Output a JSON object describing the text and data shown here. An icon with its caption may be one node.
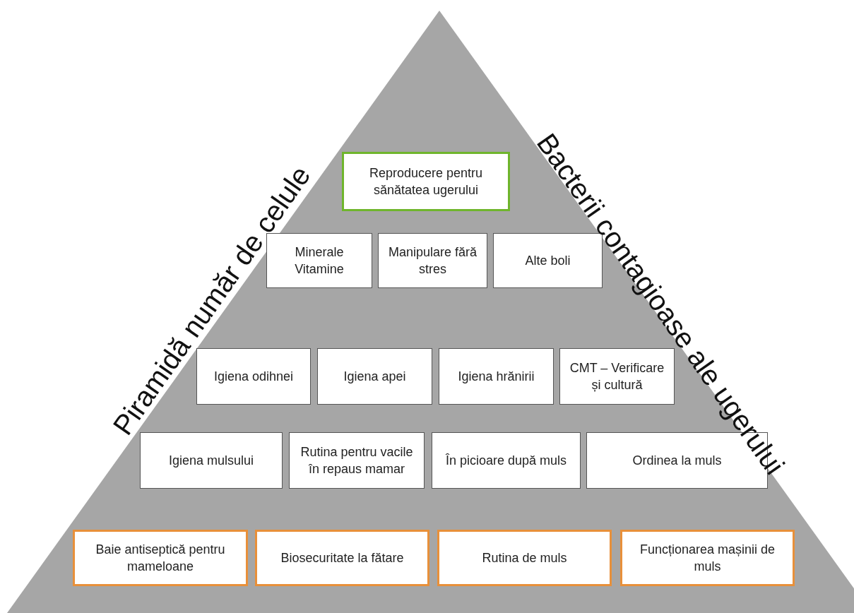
{
  "diagram": {
    "nodes": [
      {
        "text": [
          "Reproducere pentru sănătatea ugerului"
        ]
      },
      {
        "text": [
          "Minerale Vitamine"
        ]
      },
      {
        "text": [
          "Manipulare fără stres"
        ]
      },
      {
        "text": [
          "Alte boli"
        ]
      },
      {
        "text": [
          "Igiena odihnei"
        ]
      },
      {
        "text": [
          "Igiena apei"
        ]
      },
      {
        "text": [
          "Igiena hrănirii"
        ]
      },
      {
        "text": [
          "CMT – Verificare și cultură"
        ]
      },
      {
        "text": [
          "Igiena mulsului"
        ]
      },
      {
        "text": [
          "Rutina pentru vacile în repaus mamar"
        ]
      },
      {
        "text": [
          "În picioare după muls"
        ]
      },
      {
        "text": [
          "Ordinea la muls"
        ]
      },
      {
        "text": [
          "Baie antiseptică pentru mameloane"
        ]
      },
      {
        "text": [
          "Biosecuritate la fătare"
        ]
      },
      {
        "text": [
          "Rutina de muls"
        ]
      },
      {
        "text": [
          "Funcționarea mașinii de muls"
        ]
      }
    ],
    "labels": [
      "Piramidă număr de celule",
      "Bacterii contagioase ale ugerului"
    ]
  }
}
